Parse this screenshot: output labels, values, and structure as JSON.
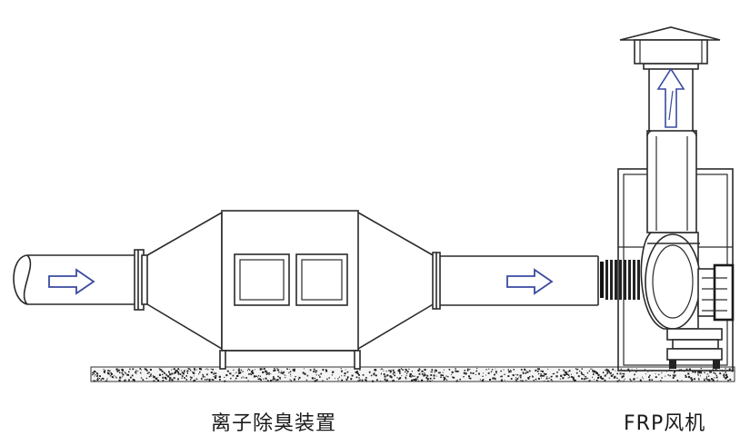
{
  "labels": {
    "left_caption": "离子除臭装置",
    "right_caption": "FRP风机"
  },
  "colors": {
    "line": "#2a2a2a",
    "airflow_arrow": "#3a4aa0",
    "ground_speckle": "#222222"
  },
  "icons": {
    "airflow": "arrow-right-outline",
    "exhaust": "arrow-up-outline"
  }
}
